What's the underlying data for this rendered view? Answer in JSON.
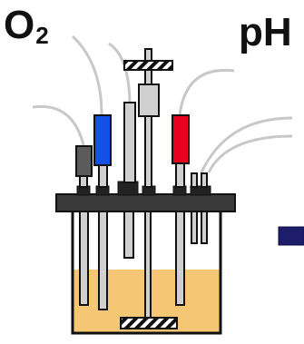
{
  "labels": {
    "o2_main": "O",
    "o2_sub": "2",
    "ph": "pH"
  },
  "colors": {
    "outline": "#111111",
    "medium": "#f5c774",
    "gas_probe": "#1451e6",
    "ph_probe": "#e8001f",
    "sensor_grey": "#5b5b5b",
    "tube_grey": "#d0d0d0",
    "lid": "#3a3a3a",
    "cable": "#c8c8c8",
    "arrow_stub": "#1d1d6b"
  },
  "icons": {
    "vessel": "bioreactor-vessel",
    "stirrer": "impeller-icon"
  }
}
